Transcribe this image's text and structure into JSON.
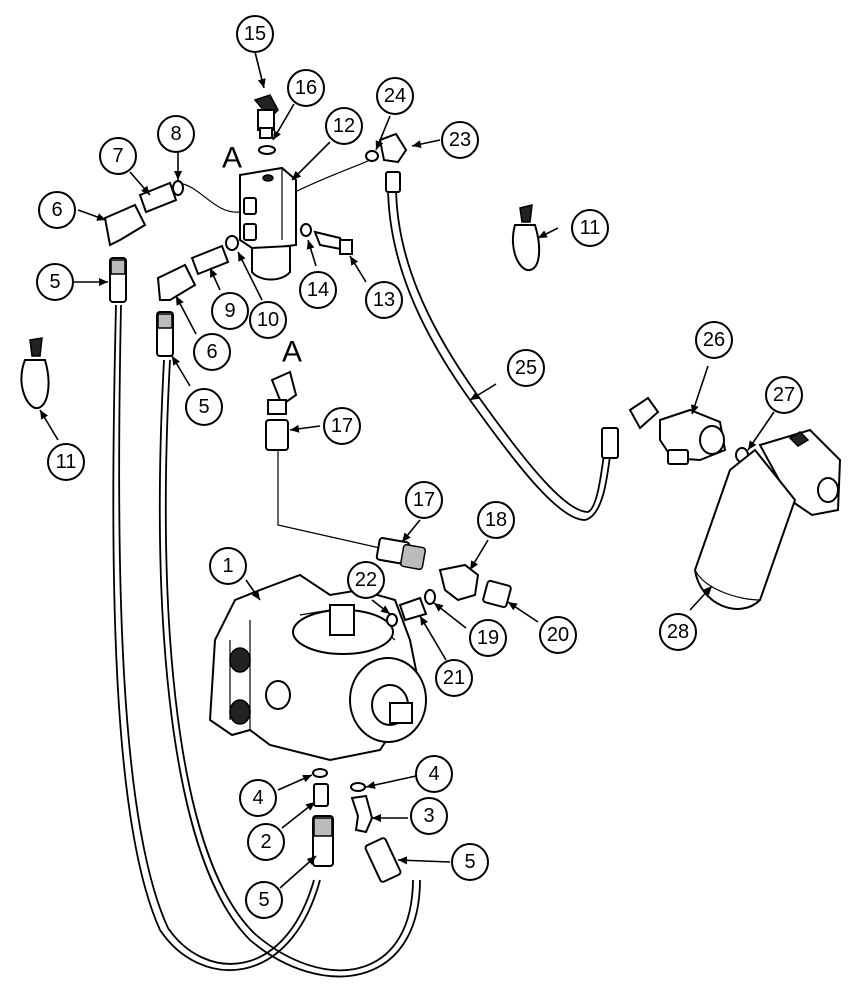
{
  "reference_letters": [
    "A",
    "A"
  ],
  "callouts": [
    "1",
    "2",
    "3",
    "4",
    "4",
    "5",
    "5",
    "5",
    "5",
    "6",
    "6",
    "7",
    "8",
    "9",
    "10",
    "11",
    "11",
    "12",
    "13",
    "14",
    "15",
    "16",
    "17",
    "17",
    "18",
    "19",
    "20",
    "21",
    "22",
    "23",
    "24",
    "25",
    "26",
    "27",
    "28"
  ],
  "colors": {
    "line": "#000000",
    "background": "#ffffff"
  }
}
